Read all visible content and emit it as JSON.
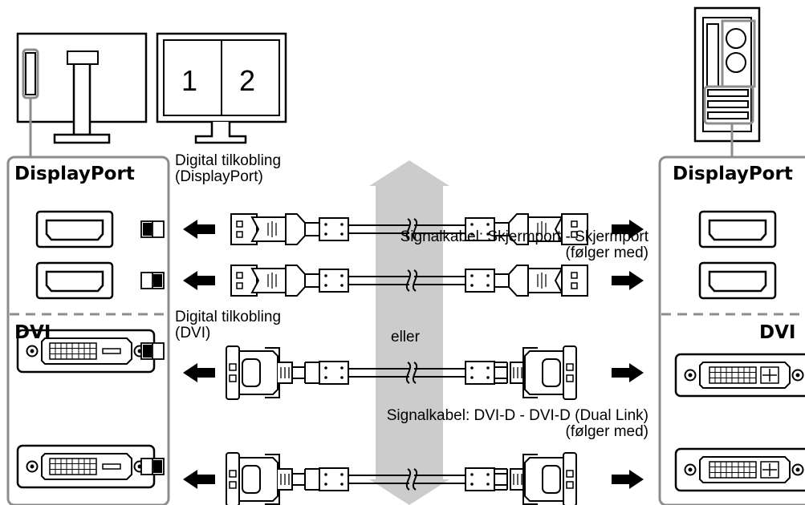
{
  "monitor_split": {
    "left": "1",
    "right": "2"
  },
  "left_panel": {
    "displayport_header": "DisplayPort",
    "dvi_header": "DVI",
    "input_badges": [
      "1",
      "2",
      "1",
      "2"
    ]
  },
  "right_panel": {
    "displayport_header": "DisplayPort",
    "dvi_header": "DVI"
  },
  "labels": {
    "digital_dp": [
      "Digital tilkobling",
      "(DisplayPort)"
    ],
    "digital_dvi": [
      "Digital tilkobling",
      "(DVI)"
    ],
    "cable_dp": [
      "Signalkabel: Skjermport - Skjermport",
      "(følger med)"
    ],
    "cable_dvi": [
      "Signalkabel: DVI-D - DVI-D (Dual Link)",
      "(følger med)"
    ],
    "or": "eller"
  },
  "colors": {
    "panel_border": "#8c8c8c",
    "arrow_fill": "#cccccc",
    "line": "#000000"
  }
}
